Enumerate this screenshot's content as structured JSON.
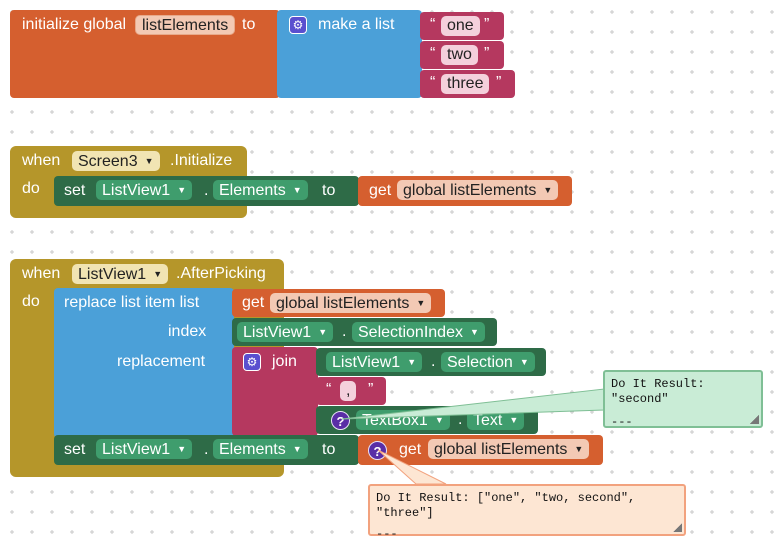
{
  "colors": {
    "variables": "#d55f2f",
    "lists": "#4ba0d8",
    "text": "#b5385f",
    "events": "#b5962a",
    "components": "#2e6b47",
    "component_light": "#3f9d6d",
    "comment_green": "#c9ecd6",
    "comment_green_border": "#7fbf95",
    "comment_orange": "#fde6d3",
    "comment_orange_border": "#f2a27e"
  },
  "block1": {
    "initialize_label": "initialize global",
    "var_name": "listElements",
    "to_label": "to",
    "make_list_label": "make a list",
    "items": [
      "one",
      "two",
      "three"
    ]
  },
  "block2": {
    "when_label": "when",
    "component": "Screen3",
    "event": ".Initialize",
    "do_label": "do",
    "set_label": "set",
    "set_component": "ListView1",
    "dot": ".",
    "set_property": "Elements",
    "to_label": "to",
    "get_label": "get",
    "get_var": "global listElements"
  },
  "block3": {
    "when_label": "when",
    "component": "ListView1",
    "event": ".AfterPicking",
    "do_label": "do",
    "replace_label": "replace list item  list",
    "index_label": "index",
    "replacement_label": "replacement",
    "get_label": "get",
    "get_var": "global listElements",
    "index_component": "ListView1",
    "index_property": "SelectionIndex",
    "join_label": "join",
    "join_component": "ListView1",
    "join_property": "Selection",
    "separator": ",",
    "textbox_component": "TextBox1",
    "textbox_property": "Text",
    "set_label": "set",
    "set_component": "ListView1",
    "set_property": "Elements",
    "to_label": "to",
    "get2_label": "get",
    "get2_var": "global listElements",
    "dot": "."
  },
  "comments": {
    "green_text": "Do It Result: \"second\"",
    "green_footer": "---",
    "orange_text": "Do It Result: [\"one\", \"two, second\", \"three\"]",
    "orange_footer": "---"
  },
  "icons": {
    "mutator": "gear-icon",
    "warning": "question-icon",
    "dropdown": "triangle-down-icon"
  }
}
